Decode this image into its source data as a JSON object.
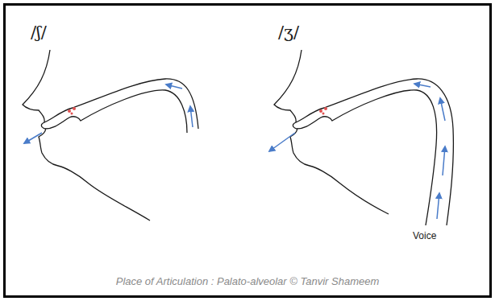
{
  "diagram": {
    "caption": "Place of Articulation : Palato-alveolar © Tanvir Shameem",
    "labels": [
      "/ʃ/",
      "/ʒ/",
      "Voice"
    ]
  }
}
